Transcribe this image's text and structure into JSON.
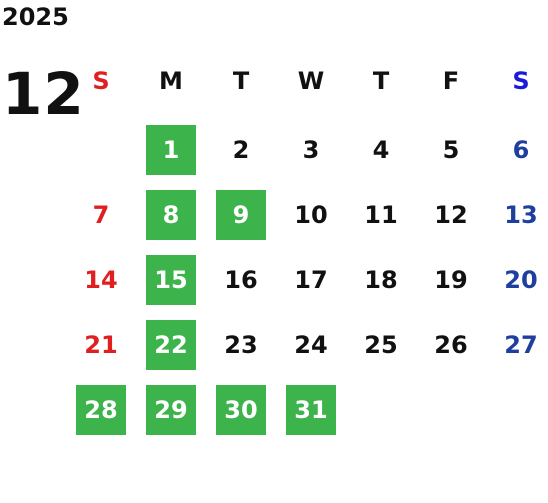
{
  "calendar": {
    "year": "2025",
    "month": "12",
    "weekdays": [
      "S",
      "M",
      "T",
      "W",
      "T",
      "F",
      "S"
    ],
    "weeks": [
      [
        null,
        "1",
        "2",
        "3",
        "4",
        "5",
        "6"
      ],
      [
        "7",
        "8",
        "9",
        "10",
        "11",
        "12",
        "13"
      ],
      [
        "14",
        "15",
        "16",
        "17",
        "18",
        "19",
        "20"
      ],
      [
        "21",
        "22",
        "23",
        "24",
        "25",
        "26",
        "27"
      ],
      [
        "28",
        "29",
        "30",
        "31",
        null,
        null,
        null
      ]
    ],
    "highlighted_days": [
      "1",
      "8",
      "9",
      "15",
      "22",
      "28",
      "29",
      "30",
      "31"
    ]
  },
  "colors": {
    "weekday_text": "#111111",
    "sunday_header": "#e02020",
    "saturday_header": "#1a1adf",
    "sunday_dates": "#e02020",
    "saturday_dates": "#1f3f9f",
    "highlight_bg": "#3cb44b",
    "highlight_text": "#ffffff"
  }
}
